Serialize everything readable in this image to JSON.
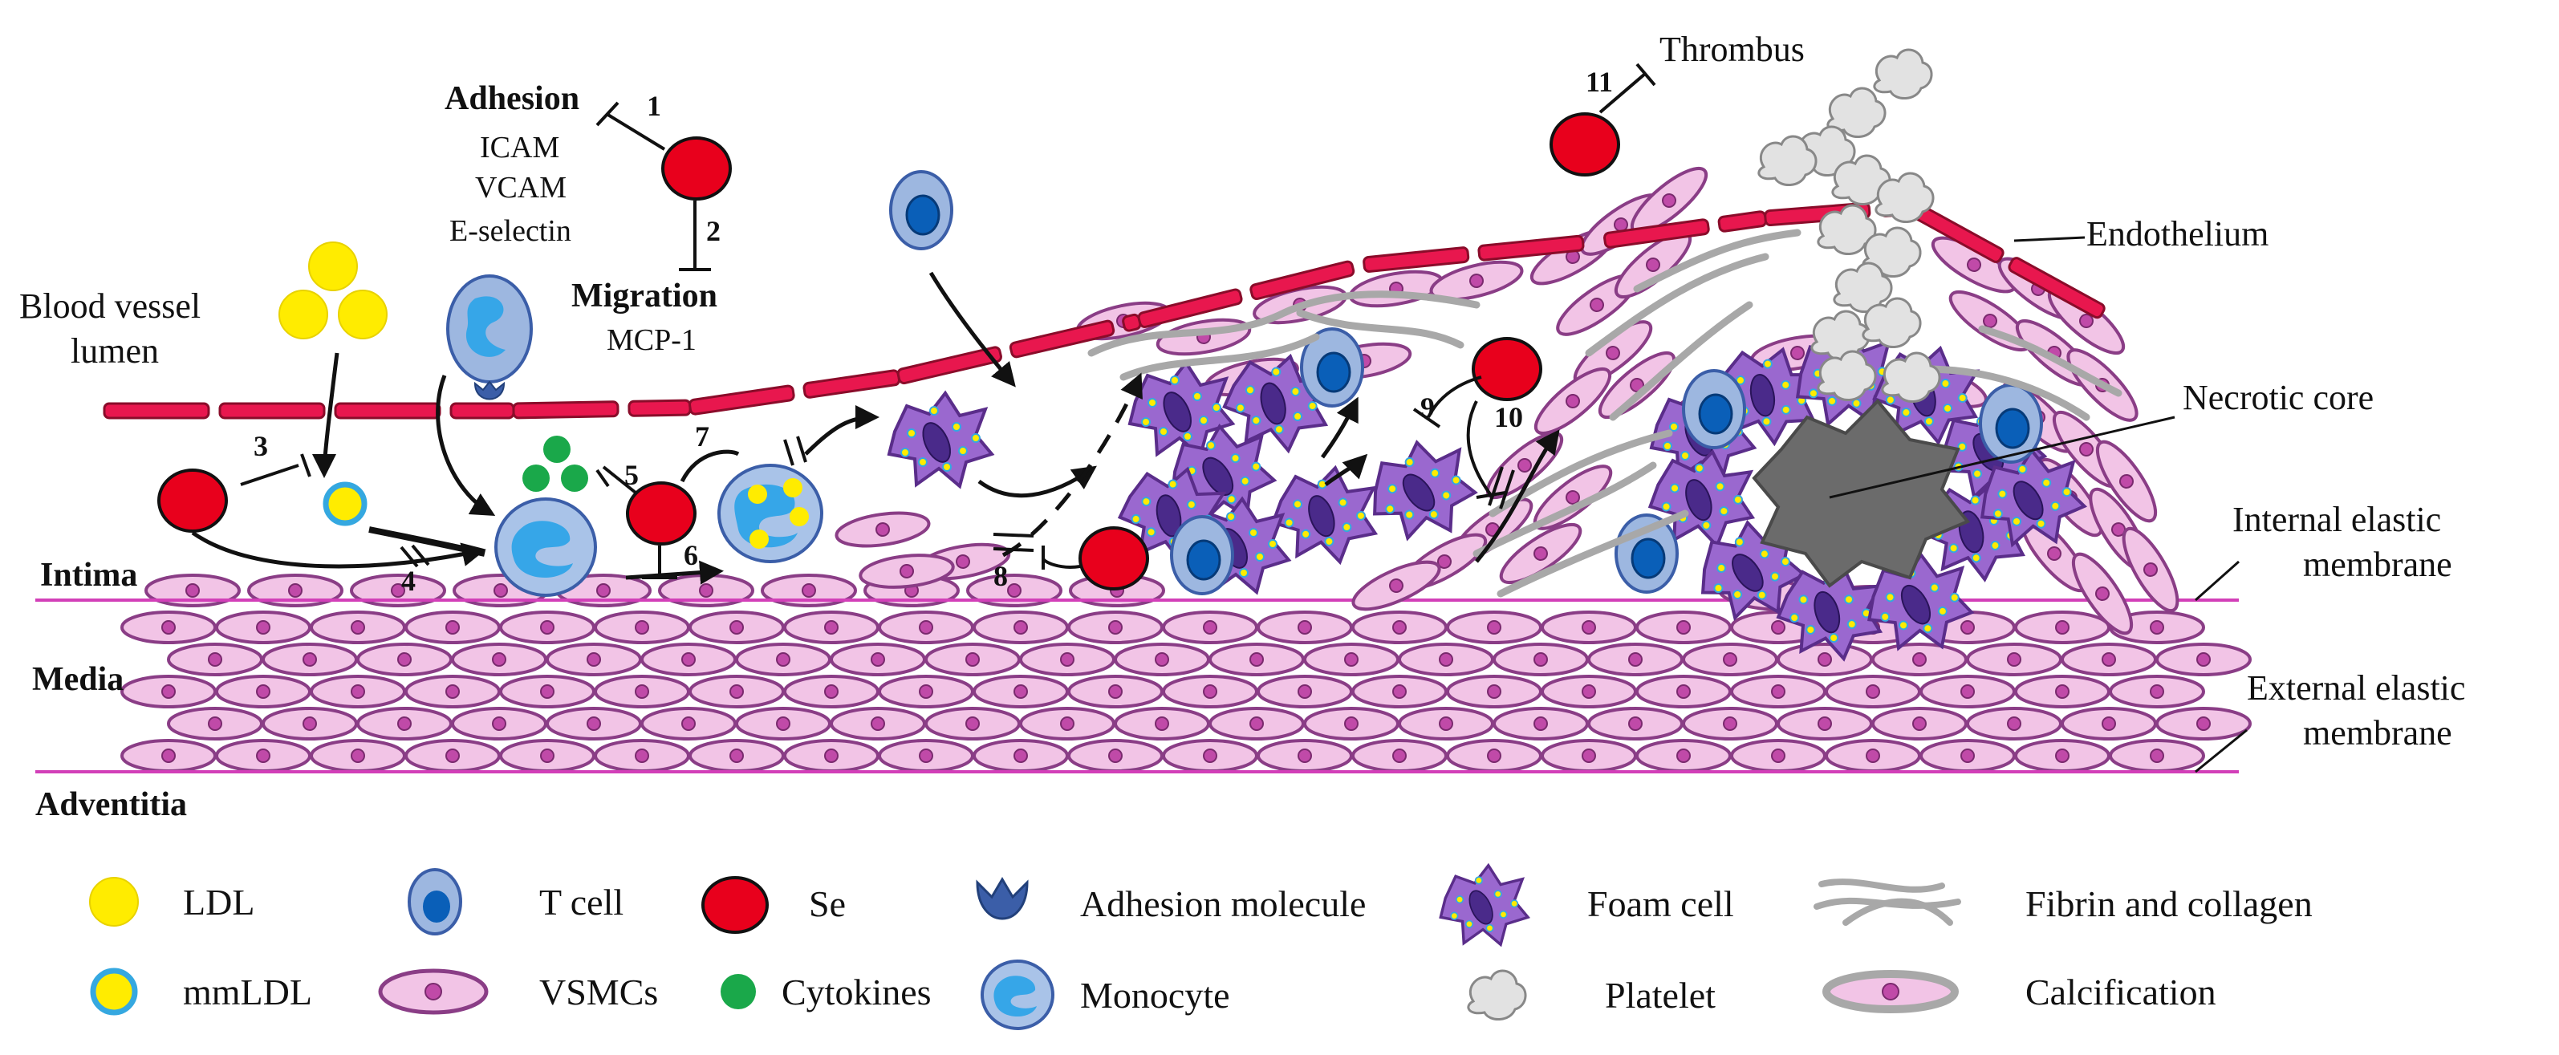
{
  "labels": {
    "lumen_l1": "Blood vessel",
    "lumen_l2": "lumen",
    "intima": "Intima",
    "media": "Media",
    "adventitia": "Adventitia",
    "adhesion": "Adhesion",
    "icam": "ICAM",
    "vcam": "VCAM",
    "eselectin": "E-selectin",
    "migration": "Migration",
    "mcp1": "MCP-1",
    "thrombus": "Thrombus",
    "endothelium": "Endothelium",
    "necrotic_core": "Necrotic core",
    "iem_l1": "Internal elastic",
    "iem_l2": "membrane",
    "eem_l1": "External elastic",
    "eem_l2": "membrane"
  },
  "steps": [
    "1",
    "2",
    "3",
    "4",
    "5",
    "6",
    "7",
    "8",
    "9",
    "10",
    "11"
  ],
  "legend": {
    "ldl": "LDL",
    "mmldl": "mmLDL",
    "tcell": "T cell",
    "vsmcs": "VSMCs",
    "se": "Se",
    "cytokines": "Cytokines",
    "adhesion_molecule": "Adhesion molecule",
    "monocyte": "Monocyte",
    "foam_cell": "Foam cell",
    "platelet": "Platelet",
    "fibrin": "Fibrin and collagen",
    "calcification": "Calcification"
  },
  "colors": {
    "endothelium": "#e8174e",
    "endothelium_stroke": "#8a0c2a",
    "vsmc_fill": "#f2c4e6",
    "vsmc_stroke": "#8a3d86",
    "vsmc_nucleus": "#c04aa8",
    "se": "#e8001c",
    "ldl": "#ffec00",
    "mmldl_ring": "#35a8e0",
    "tcell_fill": "#9db7e0",
    "tcell_nucleus": "#0a5fb8",
    "cytokine": "#1aa84a",
    "adhesion_molecule": "#3b5ea8",
    "foam_fill": "#9a68cf",
    "foam_stroke": "#5a2d8a",
    "necrotic": "#6b6b6b",
    "fibrin": "#a8a8a8",
    "platelet_fill": "#e2e2e2",
    "membrane_line": "#d23fb8"
  }
}
